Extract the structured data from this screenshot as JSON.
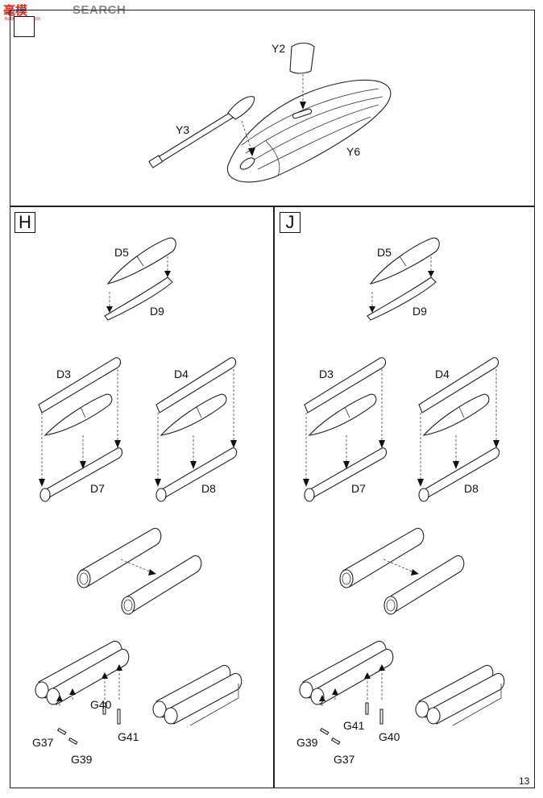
{
  "watermark": {
    "logo": "毫模",
    "search": "SEARCH",
    "site": "hobby-shou.com"
  },
  "steps": {
    "top": {
      "label": ""
    },
    "h": {
      "label": "H"
    },
    "j": {
      "label": "J"
    }
  },
  "top_section": {
    "parts": {
      "y2": "Y2",
      "y3": "Y3",
      "y6": "Y6"
    }
  },
  "section_h": {
    "d5": "D5",
    "d9": "D9",
    "d3": "D3",
    "d4": "D4",
    "d7": "D7",
    "d8": "D8",
    "g37": "G37",
    "g39": "G39",
    "g40": "G40",
    "g41": "G41"
  },
  "section_j": {
    "d5": "D5",
    "d9": "D9",
    "d3": "D3",
    "d4": "D4",
    "d7": "D7",
    "d8": "D8",
    "g39": "G39",
    "g37": "G37",
    "g41": "G41",
    "g40": "G40"
  },
  "page_number": "13"
}
